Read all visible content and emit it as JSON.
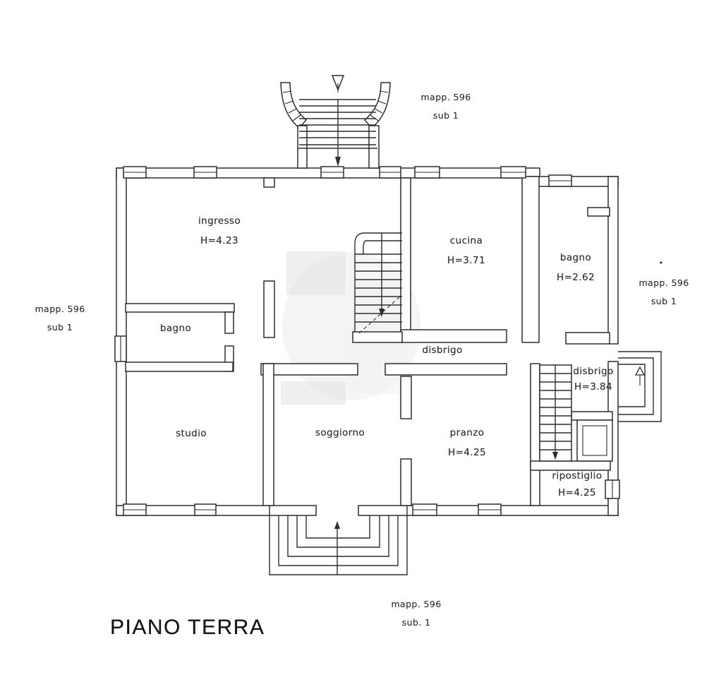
{
  "document": {
    "title": "PIANO TERRA"
  },
  "rooms": [
    {
      "id": "ingresso",
      "label": "ingresso",
      "height": "H=4.23"
    },
    {
      "id": "cucina",
      "label": "cucina",
      "height": "H=3.71"
    },
    {
      "id": "bagno-right",
      "label": "bagno",
      "height": "H=2.62"
    },
    {
      "id": "bagno-left",
      "label": "bagno",
      "height": ""
    },
    {
      "id": "disbrigo-corridor",
      "label": "disbrigo",
      "height": ""
    },
    {
      "id": "disbrigo-right",
      "label": "disbrigo",
      "height": "H=3.84"
    },
    {
      "id": "studio",
      "label": "studio",
      "height": ""
    },
    {
      "id": "soggiorno",
      "label": "soggiorno",
      "height": ""
    },
    {
      "id": "pranzo",
      "label": "pranzo",
      "height": "H=4.25"
    },
    {
      "id": "ripostiglio",
      "label": "ripostiglio",
      "height": "H=4.25"
    }
  ],
  "parcel_labels": {
    "top": {
      "line1": "mapp. 596",
      "line2": "sub 1"
    },
    "left": {
      "line1": "mapp. 596",
      "line2": "sub 1"
    },
    "right": {
      "line1": "mapp. 596",
      "line2": "sub 1"
    },
    "bottom": {
      "line1": "mapp. 596",
      "line2": "sub. 1"
    }
  },
  "drawing": {
    "ink_color": "#2d2d2d",
    "watermark_color": "#ececec"
  }
}
